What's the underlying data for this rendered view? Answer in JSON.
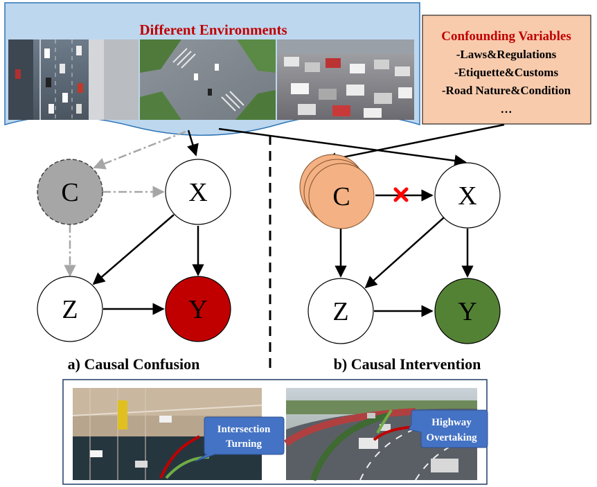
{
  "environments": {
    "title": "Different Environments",
    "panels": [
      "aerial-highway-traffic-photo",
      "aerial-intersection-photo",
      "crowded-street-traffic-photo"
    ]
  },
  "confounders": {
    "title": "Confounding Variables",
    "items": [
      "-Laws&Regulations",
      "-Etiquette&Customs",
      "-Road Nature&Condition",
      "…"
    ]
  },
  "graph_a": {
    "caption": "a) Causal Confusion",
    "nodes": {
      "c": "C",
      "x": "X",
      "z": "Z",
      "y": "Y"
    }
  },
  "graph_b": {
    "caption": "b) Causal Intervention",
    "nodes": {
      "c": "C",
      "x": "X",
      "z": "Z",
      "y": "Y"
    }
  },
  "examples": [
    {
      "label_line1": "Intersection",
      "label_line2": "Turning",
      "photo": "intersection-turning-photo"
    },
    {
      "label_line1": "Highway",
      "label_line2": "Overtaking",
      "photo": "highway-overtaking-photo"
    }
  ],
  "colors": {
    "banner_fill": "#bdd7ee",
    "banner_stroke": "#2e75b6",
    "title_red": "#c00000",
    "confounder_box": "#f8cbad",
    "node_c_gray": "#a6a6a6",
    "node_c_orange": "#f4b183",
    "node_y_red": "#c00000",
    "node_y_green": "#548235",
    "callout_blue": "#4472c4",
    "intervention_mark": "#ff0000",
    "dashed_arrow_gray": "#a6a6a6"
  }
}
